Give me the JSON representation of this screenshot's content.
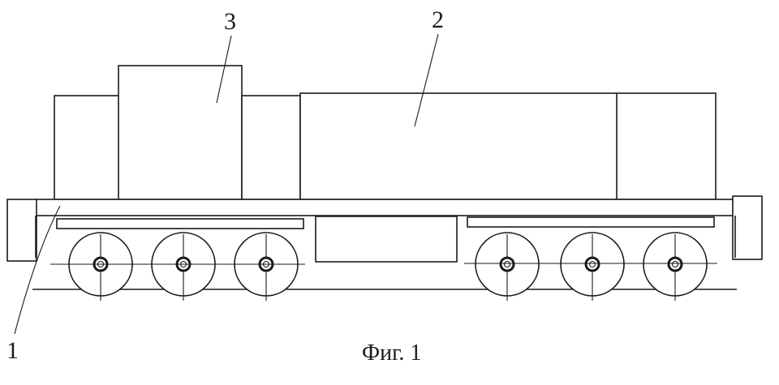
{
  "labels": {
    "frame": "1",
    "body": "2",
    "cab": "3"
  },
  "caption": "Фиг. 1",
  "wheels": {
    "left_bogie_count": 3,
    "right_bogie_count": 3
  },
  "colors": {
    "ink": "#1a1a1a",
    "paper": "#ffffff"
  }
}
